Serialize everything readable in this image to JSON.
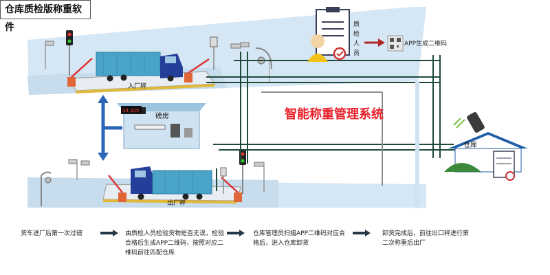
{
  "title": "仓库质检版称重软件",
  "labels": {
    "inspector": [
      "质",
      "检",
      "人",
      "员"
    ],
    "app_qr": "APP生成二维码",
    "scale_in": "入厂秤",
    "scale_out": "出厂秤",
    "weigh_room": "磅房",
    "display_value": "34,320",
    "system_name": "智能称重管理系统",
    "warehouse": "仓库"
  },
  "steps": [
    "货车进厂后第一次过磅",
    "由质检人员检验货物是否无误，检验合格后生成APP二维码，按照对应二维码前往匹配仓库",
    "仓库管理员扫描APP二维码对应合格后，进入仓库卸货",
    "卸货完成后，前往出口秤进行第二次称重后出厂"
  ],
  "colors": {
    "system_text": "#e8202a",
    "road": "#cfe3f3",
    "line_green": "#1f4a3a",
    "arrow_blue": "#2a67b8",
    "arrow_dark": "#263746",
    "container": "#4aa3c9",
    "cab": "#243f9a"
  }
}
